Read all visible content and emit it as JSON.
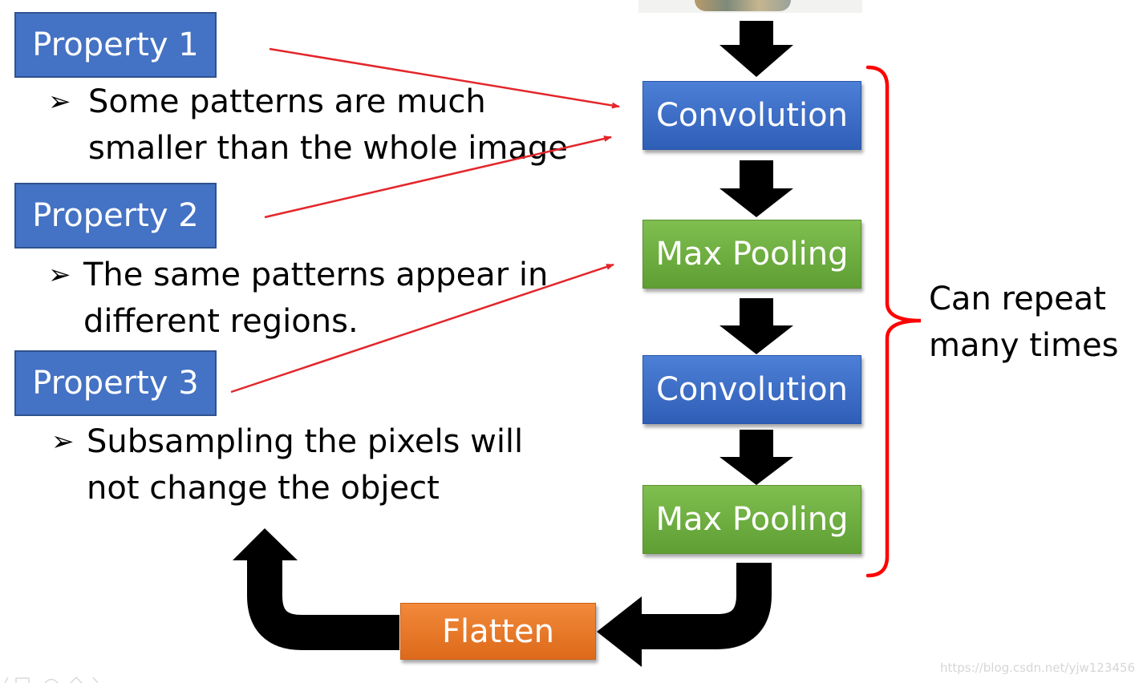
{
  "properties": [
    {
      "label": "Property 1",
      "text_line1": "Some patterns are much",
      "text_line2": "smaller than the whole image"
    },
    {
      "label": "Property 2",
      "text_line1": "The same patterns appear in",
      "text_line2": "different regions."
    },
    {
      "label": "Property 3",
      "text_line1": "Subsampling the pixels will",
      "text_line2": "not change the object"
    }
  ],
  "bullet_mark": "➢",
  "pipeline": [
    {
      "label": "Convolution",
      "color": "#4472c4"
    },
    {
      "label": "Max Pooling",
      "color": "#70ad47"
    },
    {
      "label": "Convolution",
      "color": "#4472c4"
    },
    {
      "label": "Max Pooling",
      "color": "#70ad47"
    }
  ],
  "flatten": {
    "label": "Flatten",
    "color": "#ed7d31"
  },
  "brace_note": {
    "line1": "Can repeat",
    "line2": "many times"
  },
  "watermark": "https://blog.csdn.net/yjw123456",
  "colors": {
    "pointer_arrows": "#e3262b",
    "brace": "#ff0000",
    "flow_arrows": "#000000"
  }
}
